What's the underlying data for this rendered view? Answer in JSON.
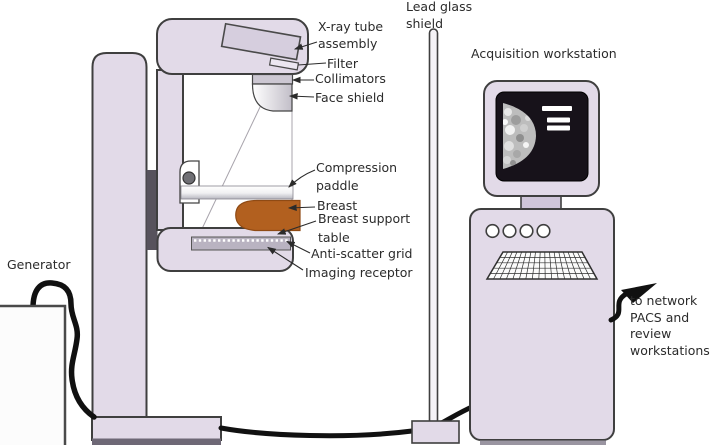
{
  "title": "Mammography equipment diagram",
  "colors": {
    "machine_body": "#E2DAE8",
    "outline": "#3F3F3F",
    "breast": "#B2601F",
    "screen": "#17121A",
    "cable": "#111111",
    "label_text": "#2B2B2B",
    "receptor_gray": "#B9B3C1",
    "track_dark": "#57525C"
  },
  "labels": {
    "xray_tube": [
      "X-ray tube",
      "assembly"
    ],
    "filter": "Filter",
    "collimators": "Collimators",
    "face_shield": "Face shield",
    "lead_glass_shield": [
      "Lead glass",
      "shield"
    ],
    "compression_paddle": [
      "Compression",
      "paddle"
    ],
    "breast": "Breast",
    "breast_support_table": [
      "Breast support",
      "table"
    ],
    "anti_scatter_grid": "Anti-scatter grid",
    "imaging_receptor": "Imaging receptor",
    "generator": "Generator",
    "acquisition_workstation": "Acquisition workstation",
    "network_note": [
      "to network",
      "PACS and",
      "review",
      "workstations"
    ]
  }
}
